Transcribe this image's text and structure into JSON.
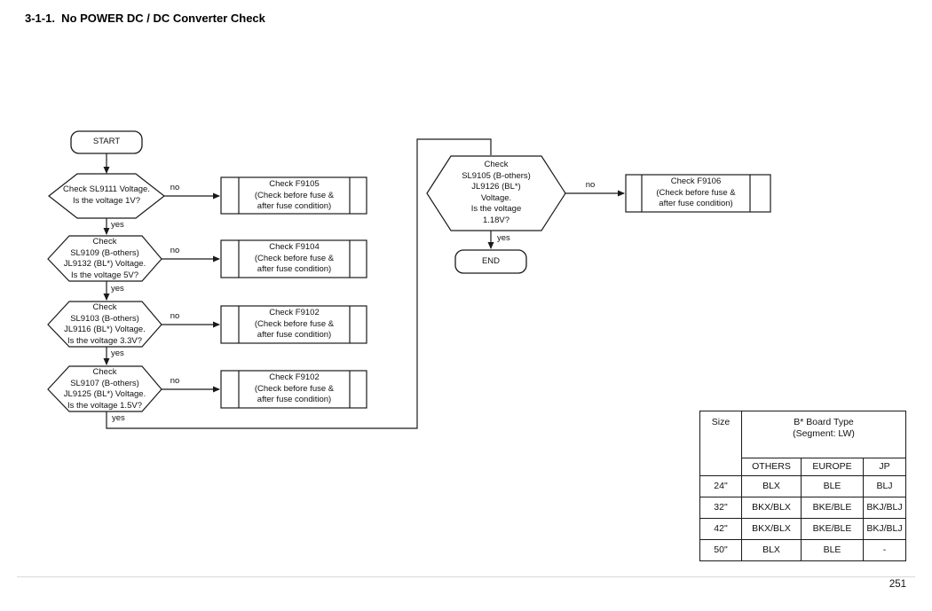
{
  "title": "3-1-1.  No POWER DC / DC Converter Check",
  "page_number": "251",
  "labels": {
    "yes": "yes",
    "no": "no"
  },
  "flowchart": {
    "start": "START",
    "end": "END",
    "decisions": {
      "d1": "Check SL9111 Voltage.\nIs the voltage 1V?",
      "d2": "Check\nSL9109  (B-others)\nJL9132 (BL*) Voltage.\nIs the voltage 5V?",
      "d3": "Check\nSL9103 (B-others)\nJL9116  (BL*) Voltage.\nIs the voltage 3.3V?",
      "d4": "Check\nSL9107 (B-others)\nJL9125 (BL*) Voltage.\nIs the voltage 1.5V?",
      "d5": "Check\nSL9105 (B-others)\nJL9126 (BL*)\nVoltage.\nIs  the voltage\n1.18V?"
    },
    "processes": {
      "p1": "Check F9105\n(Check before fuse &\nafter fuse condition)",
      "p2": "Check F9104\n(Check before fuse &\nafter fuse condition)",
      "p3": "Check F9102\n(Check before fuse &\nafter fuse condition)",
      "p4": "Check F9102\n(Check before fuse &\nafter fuse condition)",
      "p5": "Check F9106\n(Check before fuse &\nafter fuse condition)"
    }
  },
  "board_table": {
    "size_header": "Size",
    "group_header": "B* Board Type\n(Segment: LW)",
    "sub_headers": [
      "OTHERS",
      "EUROPE",
      "JP"
    ],
    "rows": [
      [
        "24\"",
        "BLX",
        "BLE",
        "BLJ"
      ],
      [
        "32\"",
        "BKX/BLX",
        "BKE/BLE",
        "BKJ/BLJ"
      ],
      [
        "42\"",
        "BKX/BLX",
        "BKE/BLE",
        "BKJ/BLJ"
      ],
      [
        "50\"",
        "BLX",
        "BLE",
        "-"
      ]
    ]
  }
}
